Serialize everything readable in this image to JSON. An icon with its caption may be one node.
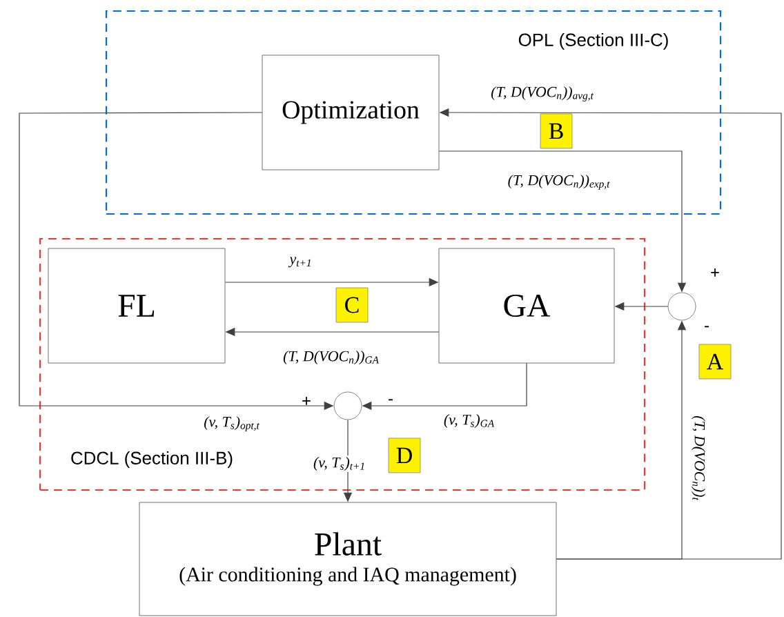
{
  "diagram": {
    "nodes": [
      {
        "text": [
          "OPL (Section III-C)"
        ]
      },
      {
        "text": [
          "Optimization"
        ],
        "in": 0
      },
      {
        "text": [
          "CDCL (Section III-B)"
        ]
      },
      {
        "text": [
          "FL"
        ],
        "in": 2
      },
      {
        "text": [
          "GA"
        ],
        "in": 2
      },
      {
        "text": [],
        "shape": "circle"
      },
      {
        "text": [],
        "shape": "circle",
        "in": 2
      },
      {
        "text": [
          "Plant",
          "(Air conditioning and IAQ management)"
        ]
      }
    ],
    "edges": [
      {
        "from": 7,
        "to": 1,
        "arrow": "to",
        "label": "(T, D(VOC$_{n}$))$_{avg,t}$"
      },
      {
        "from": 7,
        "to": 5,
        "arrow": "to",
        "label": "(T, D(VOC$_{n}$))$_{t}$"
      },
      {
        "from": 1,
        "to": 5,
        "arrow": "to",
        "label": "(T, D(VOC$_{n}$))$_{exp,t}$"
      },
      {
        "from": 5,
        "to": 4,
        "arrow": "to"
      },
      {
        "from": 3,
        "to": 4,
        "arrow": "to",
        "label": "y$_{t+1}$"
      },
      {
        "from": 4,
        "to": 3,
        "arrow": "to",
        "label": "(T, D(VOC$_{n}$))$_{GA}$"
      },
      {
        "from": 4,
        "to": 6,
        "arrow": "to",
        "label": "(v, T$_{s}$)$_{GA}$"
      },
      {
        "from": 1,
        "to": 6,
        "arrow": "to",
        "label": "(v, T$_{s}$)$_{opt,t}$"
      },
      {
        "from": 6,
        "to": 7,
        "arrow": "to",
        "label": "(v, T$_{s}$)$_{t+1}$"
      }
    ],
    "labels": [
      "B",
      "+",
      "C",
      "-",
      "A",
      "+",
      "-",
      "D"
    ]
  }
}
